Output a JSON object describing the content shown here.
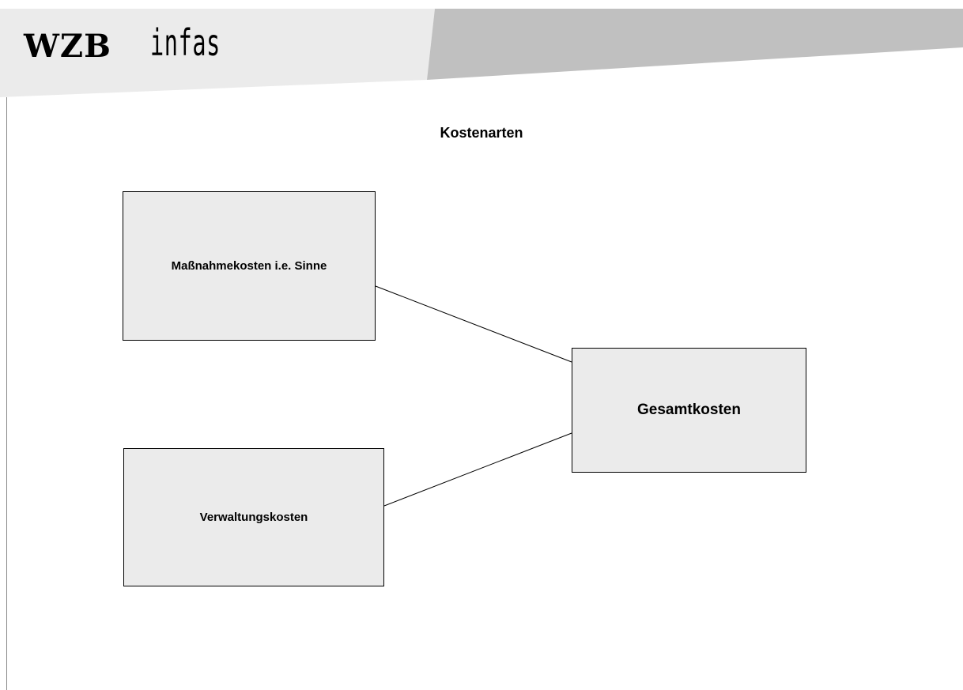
{
  "header": {
    "logo_wzb": "WZB",
    "logo_infas": "infas"
  },
  "title": "Kostenarten",
  "nodes": {
    "massnahme": "Maßnahmekosten i.e. Sinne",
    "verwaltung": "Verwaltungskosten",
    "gesamt": "Gesamtkosten"
  },
  "edges": [
    {
      "from": "massnahme",
      "to": "gesamt"
    },
    {
      "from": "verwaltung",
      "to": "gesamt"
    }
  ],
  "colors": {
    "header_light": "#ebebeb",
    "header_dark": "#c0c0c0",
    "box_fill": "#ebebeb",
    "box_border": "#000000"
  }
}
